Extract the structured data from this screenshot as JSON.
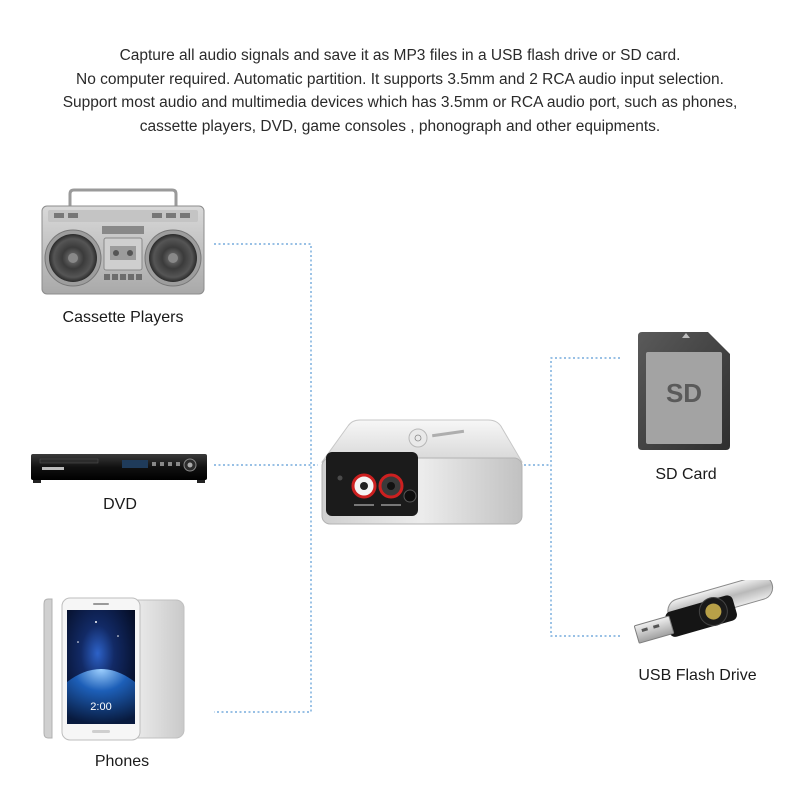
{
  "description_lines": [
    "Capture all audio signals and save it as MP3 files in a USB flash drive or SD card.",
    "No computer required. Automatic partition. It supports 3.5mm and 2 RCA audio input selection.",
    "Support most audio and multimedia devices which has  3.5mm or RCA audio port, such as phones,",
    "cassette players, DVD, game consoles , phonograph and other equipments."
  ],
  "inputs": {
    "cassette": "Cassette Players",
    "dvd": "DVD",
    "phones": "Phones"
  },
  "outputs": {
    "sd": "SD Card",
    "usb": "USB Flash Drive"
  },
  "sd_card_text": "SD",
  "phone_clock": "2:00",
  "connector_color": "#5b9bd5"
}
